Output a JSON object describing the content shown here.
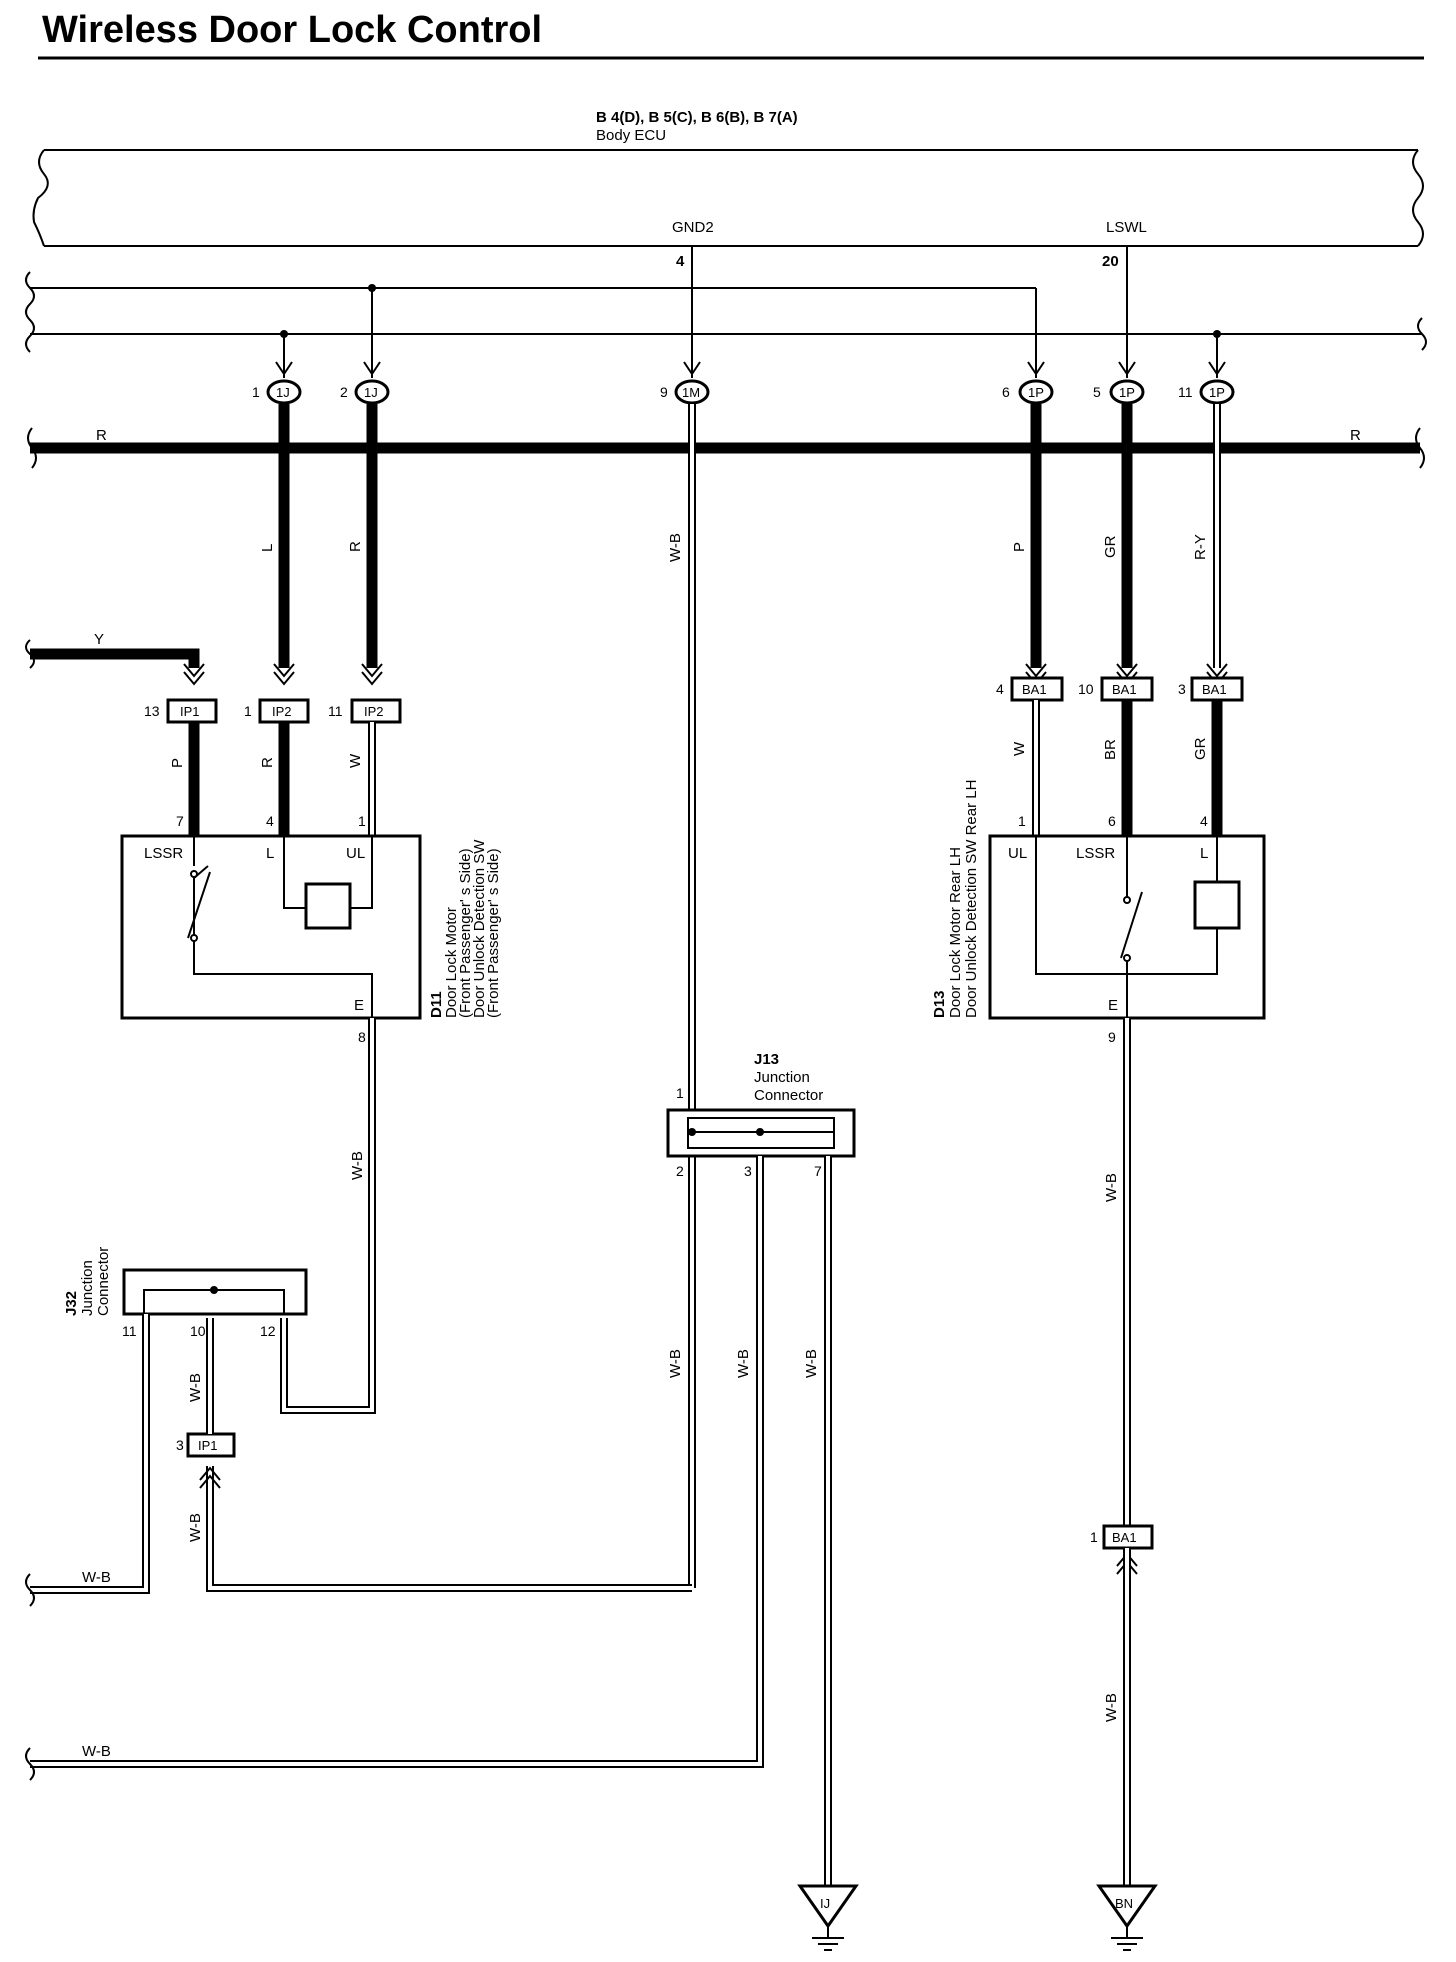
{
  "title": "Wireless Door Lock Control",
  "ecu": {
    "connectors": "B 4(D), B 5(C), B 6(B), B 7(A)",
    "name": "Body ECU",
    "terminals": [
      {
        "name": "GND2",
        "pin": "4"
      },
      {
        "name": "LSWL",
        "pin": "20"
      }
    ]
  },
  "junction_blocks": [
    {
      "pin": "1",
      "conn": "1J"
    },
    {
      "pin": "2",
      "conn": "1J"
    },
    {
      "pin": "9",
      "conn": "1M"
    },
    {
      "pin": "6",
      "conn": "1P"
    },
    {
      "pin": "5",
      "conn": "1P"
    },
    {
      "pin": "11",
      "conn": "1P"
    }
  ],
  "bus_labels": [
    "R",
    "R"
  ],
  "wire_colors": {
    "left": [
      "L",
      "R"
    ],
    "center": "W-B",
    "right": [
      "P",
      "GR",
      "R-Y"
    ],
    "y_wire": "Y",
    "d11_below": [
      "P",
      "R",
      "W"
    ],
    "d13_below": [
      "W",
      "BR",
      "GR"
    ],
    "d11_ground": "W-B",
    "d13_ground": "W-B",
    "d13_ground_lower": "W-B",
    "j32_ip1": "W-B",
    "ip1_below": "W-B",
    "j13_out": [
      "W-B",
      "W-B",
      "W-B"
    ],
    "j32_left": "W-B",
    "j13_left": "W-B"
  },
  "connectors": {
    "ip1_top": {
      "pin": "13",
      "conn": "IP1"
    },
    "ip2_a": {
      "pin": "1",
      "conn": "IP2"
    },
    "ip2_b": {
      "pin": "11",
      "conn": "IP2"
    },
    "ba1_a": {
      "pin": "4",
      "conn": "BA1"
    },
    "ba1_b": {
      "pin": "10",
      "conn": "BA1"
    },
    "ba1_c": {
      "pin": "3",
      "conn": "BA1"
    },
    "ip1_mid": {
      "pin": "3",
      "conn": "IP1"
    },
    "ba1_low": {
      "pin": "1",
      "conn": "BA1"
    }
  },
  "d11": {
    "id": "D11",
    "desc": [
      "Door Lock Motor",
      "(Front Passenger' s Side)",
      "Door Unlock Detection SW",
      "(Front Passenger' s Side)"
    ],
    "terminals": [
      "LSSR",
      "L",
      "UL",
      "E"
    ],
    "pins": [
      "7",
      "4",
      "1",
      "8"
    ]
  },
  "d13": {
    "id": "D13",
    "desc": [
      "Door Lock Motor Rear LH",
      "Door Unlock Detection SW Rear LH"
    ],
    "terminals": [
      "UL",
      "LSSR",
      "L",
      "E"
    ],
    "pins": [
      "1",
      "6",
      "4",
      "9"
    ]
  },
  "j13": {
    "id": "J13",
    "desc": [
      "Junction",
      "Connector"
    ],
    "pins": [
      "1",
      "2",
      "3",
      "7"
    ]
  },
  "j32": {
    "id": "J32",
    "desc": [
      "Junction",
      "Connector"
    ],
    "pins": [
      "11",
      "10",
      "12"
    ]
  },
  "grounds": [
    "IJ",
    "BN"
  ]
}
